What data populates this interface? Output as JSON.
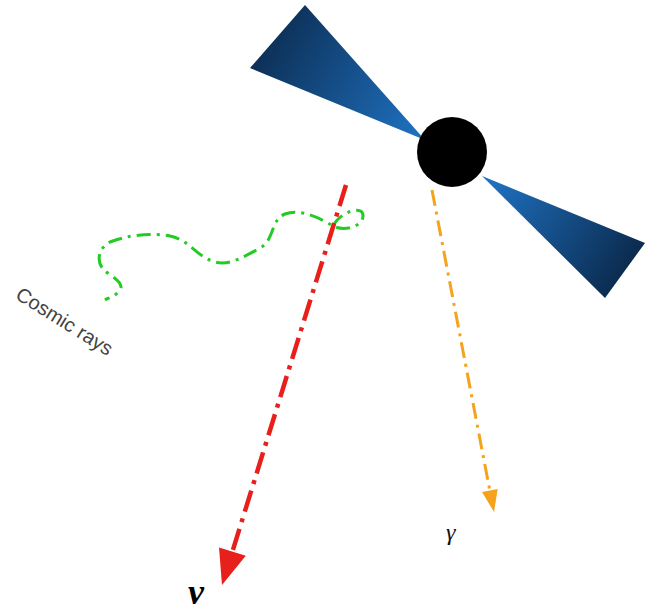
{
  "diagram": {
    "labels": [
      "Cosmic rays",
      "γ",
      "ν"
    ]
  }
}
